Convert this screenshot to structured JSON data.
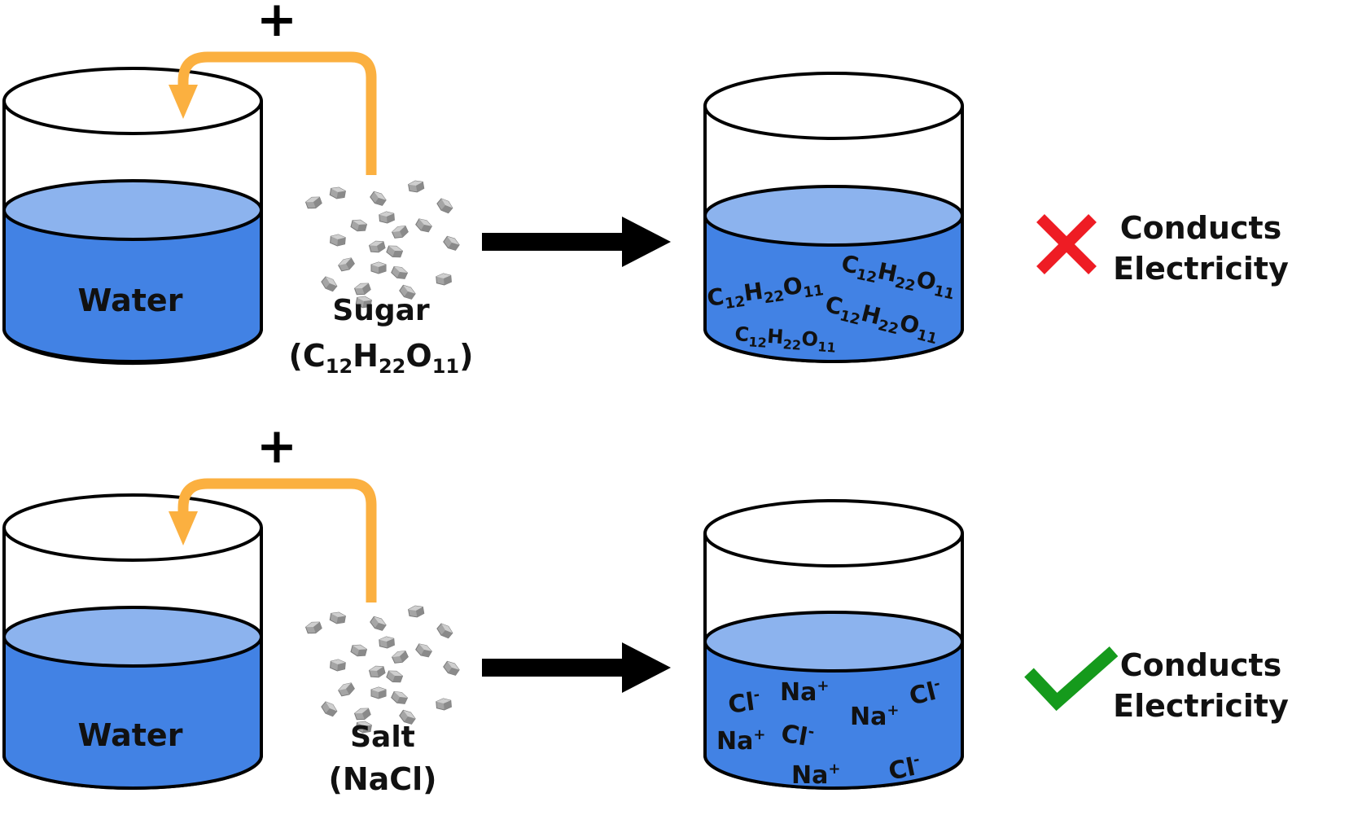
{
  "colors": {
    "water": "#4282e4",
    "water_surface": "#8cb3ee",
    "tube": "#fbb040",
    "crystal": "#9a9a9a",
    "arrow": "#000000",
    "cross": "#ee1c24",
    "check": "#159a1c"
  },
  "top": {
    "plus": "+",
    "beaker_label": "Water",
    "solute_name": "Sugar",
    "solute_formula": {
      "open": "(",
      "c": "C",
      "c_sub": "12",
      "h": "H",
      "h_sub": "22",
      "o": "O",
      "o_sub": "11",
      "close": ")"
    },
    "dissolved": [
      {
        "c": "C",
        "c_sub": "12",
        "h": "H",
        "h_sub": "22",
        "o": "O",
        "o_sub": "11"
      },
      {
        "c": "C",
        "c_sub": "12",
        "h": "H",
        "h_sub": "22",
        "o": "O",
        "o_sub": "11"
      },
      {
        "c": "C",
        "c_sub": "12",
        "h": "H",
        "h_sub": "22",
        "o": "O",
        "o_sub": "11"
      },
      {
        "c": "C",
        "c_sub": "12",
        "h": "H",
        "h_sub": "22",
        "o": "O",
        "o_sub": "11"
      }
    ],
    "result_icon": "cross-icon",
    "result_line1": "Conducts",
    "result_line2": "Electricity"
  },
  "bottom": {
    "plus": "+",
    "beaker_label": "Water",
    "solute_name": "Salt",
    "solute_formula": "(NaCl)",
    "ions": [
      {
        "base": "Cl",
        "sup": "-"
      },
      {
        "base": "Na",
        "sup": "+"
      },
      {
        "base": "Na",
        "sup": "+"
      },
      {
        "base": "Cl",
        "sup": "-"
      },
      {
        "base": "Na",
        "sup": "+"
      },
      {
        "base": "Cl",
        "sup": "-"
      },
      {
        "base": "Na",
        "sup": "+"
      },
      {
        "base": "Cl",
        "sup": "-"
      }
    ],
    "result_icon": "checkmark-icon",
    "result_line1": "Conducts",
    "result_line2": "Electricity"
  }
}
